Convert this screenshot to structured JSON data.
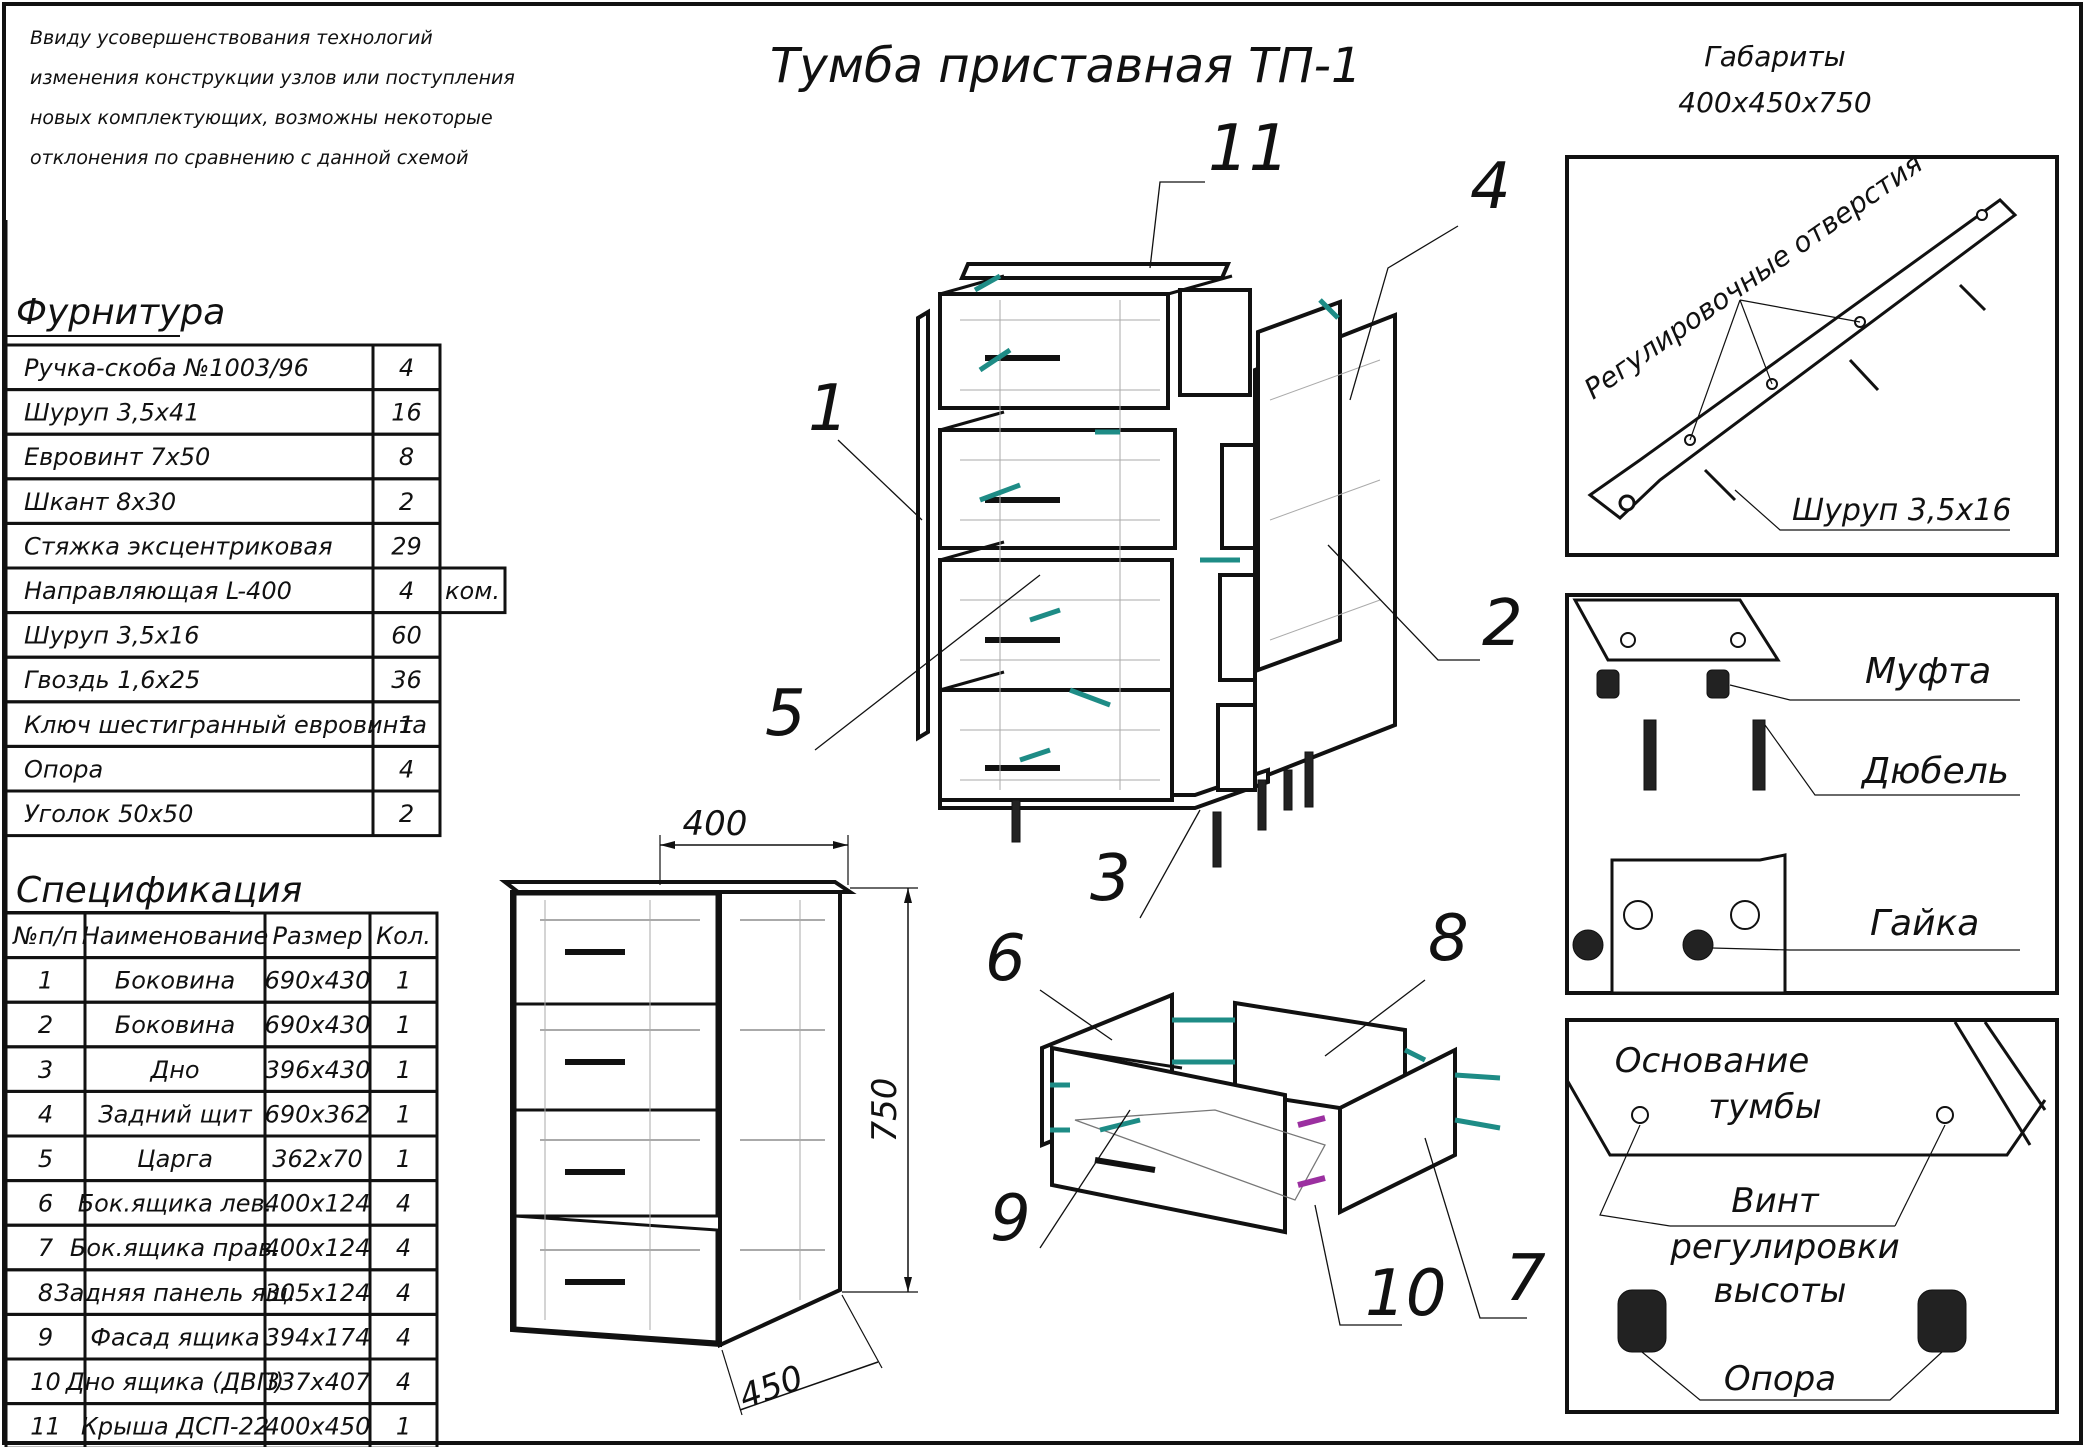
{
  "title": "Тумба приставная ТП-1",
  "disclaimer": [
    "Ввиду усовершенствования технологий",
    "изменения конструкции узлов или поступления",
    "новых комплектующих, возможны некоторые",
    "отклонения по сравнению с данной схемой"
  ],
  "dimensions": {
    "label": "Габариты",
    "value": "400х450х750",
    "width": "400",
    "height": "750",
    "depth": "450"
  },
  "hardware": {
    "title": "Фурнитура",
    "rows": [
      {
        "name": "Ручка-скоба №1003/96",
        "qty": "4",
        "unit": ""
      },
      {
        "name": "Шуруп 3,5х41",
        "qty": "16",
        "unit": ""
      },
      {
        "name": "Евровинт 7х50",
        "qty": "8",
        "unit": ""
      },
      {
        "name": "Шкант 8х30",
        "qty": "2",
        "unit": ""
      },
      {
        "name": "Стяжка эксцентриковая",
        "qty": "29",
        "unit": ""
      },
      {
        "name": "Направляющая L-400",
        "qty": "4",
        "unit": "ком."
      },
      {
        "name": "Шуруп 3,5х16",
        "qty": "60",
        "unit": ""
      },
      {
        "name": "Гвоздь 1,6х25",
        "qty": "36",
        "unit": ""
      },
      {
        "name": "Ключ шестигранный евровинта",
        "qty": "1",
        "unit": ""
      },
      {
        "name": "Опора",
        "qty": "4",
        "unit": ""
      },
      {
        "name": "Уголок 50х50",
        "qty": "2",
        "unit": ""
      }
    ]
  },
  "spec": {
    "title": "Спецификация",
    "headers": [
      "№п/п",
      "Наименование",
      "Размер",
      "Кол."
    ],
    "rows": [
      {
        "n": "1",
        "name": "Боковина",
        "size": "690х430",
        "qty": "1"
      },
      {
        "n": "2",
        "name": "Боковина",
        "size": "690х430",
        "qty": "1"
      },
      {
        "n": "3",
        "name": "Дно",
        "size": "396х430",
        "qty": "1"
      },
      {
        "n": "4",
        "name": "Задний щит",
        "size": "690х362",
        "qty": "1"
      },
      {
        "n": "5",
        "name": "Царга",
        "size": "362х70",
        "qty": "1"
      },
      {
        "n": "6",
        "name": "Бок.ящика лев.",
        "size": "400х124",
        "qty": "4"
      },
      {
        "n": "7",
        "name": "Бок.ящика прав.",
        "size": "400х124",
        "qty": "4"
      },
      {
        "n": "8",
        "name": "Задняя панель ящ.",
        "size": "305х124",
        "qty": "4"
      },
      {
        "n": "9",
        "name": "Фасад ящика",
        "size": "394х174",
        "qty": "4"
      },
      {
        "n": "10",
        "name": "Дно ящика (ДВП)",
        "size": "337х407",
        "qty": "4"
      },
      {
        "n": "11",
        "name": "Крыша ДСП-22",
        "size": "400х450",
        "qty": "1"
      }
    ]
  },
  "part_numbers": {
    "p1": "1",
    "p2": "2",
    "p3": "3",
    "p4": "4",
    "p5": "5",
    "p6": "6",
    "p7": "7",
    "p8": "8",
    "p9": "9",
    "p10": "10",
    "p11": "11"
  },
  "detail_rail": {
    "holes_label": "Регулировочные отверстия",
    "screw_label": "Шуруп 3,5х16"
  },
  "detail_connector": {
    "coupling": "Муфта",
    "dowel": "Дюбель",
    "nut": "Гайка"
  },
  "detail_leg": {
    "base": [
      "Основание",
      "тумбы"
    ],
    "screw": [
      "Винт",
      "регулировки",
      "высоты"
    ],
    "leg": "Опора"
  }
}
